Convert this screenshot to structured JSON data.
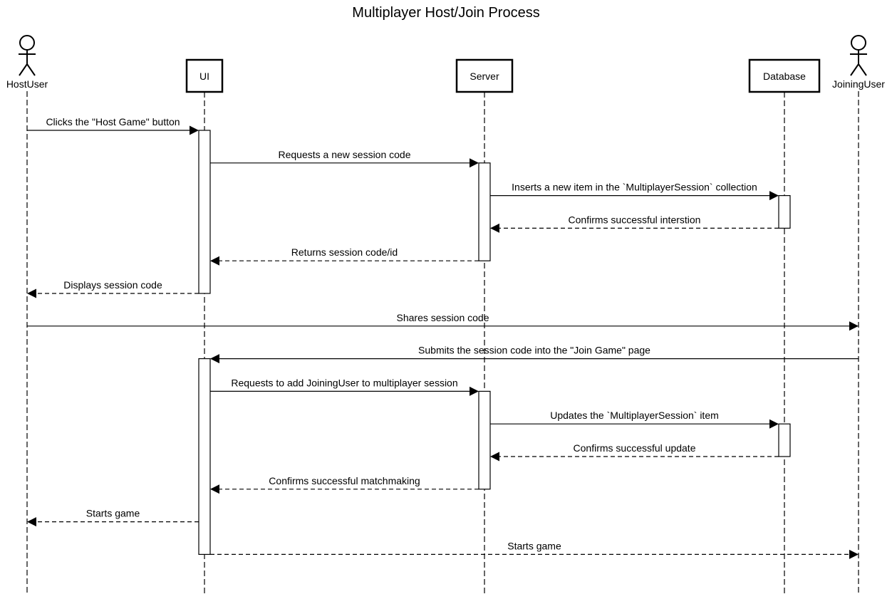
{
  "title": "Multiplayer Host/Join Process",
  "participants": [
    {
      "id": "HostUser",
      "label": "HostUser",
      "kind": "actor"
    },
    {
      "id": "UI",
      "label": "UI",
      "kind": "box"
    },
    {
      "id": "Server",
      "label": "Server",
      "kind": "box"
    },
    {
      "id": "Database",
      "label": "Database",
      "kind": "box"
    },
    {
      "id": "JoiningUser",
      "label": "JoiningUser",
      "kind": "actor"
    }
  ],
  "messages": [
    {
      "from": "HostUser",
      "to": "UI",
      "text": "Clicks the \"Host Game\" button",
      "style": "solid"
    },
    {
      "from": "UI",
      "to": "Server",
      "text": "Requests a new session code",
      "style": "solid"
    },
    {
      "from": "Server",
      "to": "Database",
      "text": "Inserts a new item in the `MultiplayerSession` collection",
      "style": "solid"
    },
    {
      "from": "Database",
      "to": "Server",
      "text": "Confirms successful interstion",
      "style": "dashed"
    },
    {
      "from": "Server",
      "to": "UI",
      "text": "Returns session code/id",
      "style": "dashed"
    },
    {
      "from": "UI",
      "to": "HostUser",
      "text": "Displays session code",
      "style": "dashed"
    },
    {
      "from": "HostUser",
      "to": "JoiningUser",
      "text": "Shares session code",
      "style": "solid"
    },
    {
      "from": "JoiningUser",
      "to": "UI",
      "text": "Submits the session code into the \"Join Game\" page",
      "style": "solid"
    },
    {
      "from": "UI",
      "to": "Server",
      "text": "Requests to add JoiningUser to multiplayer session",
      "style": "solid"
    },
    {
      "from": "Server",
      "to": "Database",
      "text": "Updates the `MultiplayerSession` item",
      "style": "solid"
    },
    {
      "from": "Database",
      "to": "Server",
      "text": "Confirms successful update",
      "style": "dashed"
    },
    {
      "from": "Server",
      "to": "UI",
      "text": "Confirms successful matchmaking",
      "style": "dashed"
    },
    {
      "from": "UI",
      "to": "HostUser",
      "text": "Starts game",
      "style": "dashed"
    },
    {
      "from": "UI",
      "to": "JoiningUser",
      "text": "Starts game",
      "style": "dashed"
    }
  ],
  "activations": [
    {
      "participant": "UI",
      "from_message": 0,
      "to_message": 5
    },
    {
      "participant": "Server",
      "from_message": 1,
      "to_message": 4
    },
    {
      "participant": "Database",
      "from_message": 2,
      "to_message": 3
    },
    {
      "participant": "UI",
      "from_message": 7,
      "to_message": 13
    },
    {
      "participant": "Server",
      "from_message": 8,
      "to_message": 11
    },
    {
      "participant": "Database",
      "from_message": 9,
      "to_message": 10
    }
  ]
}
